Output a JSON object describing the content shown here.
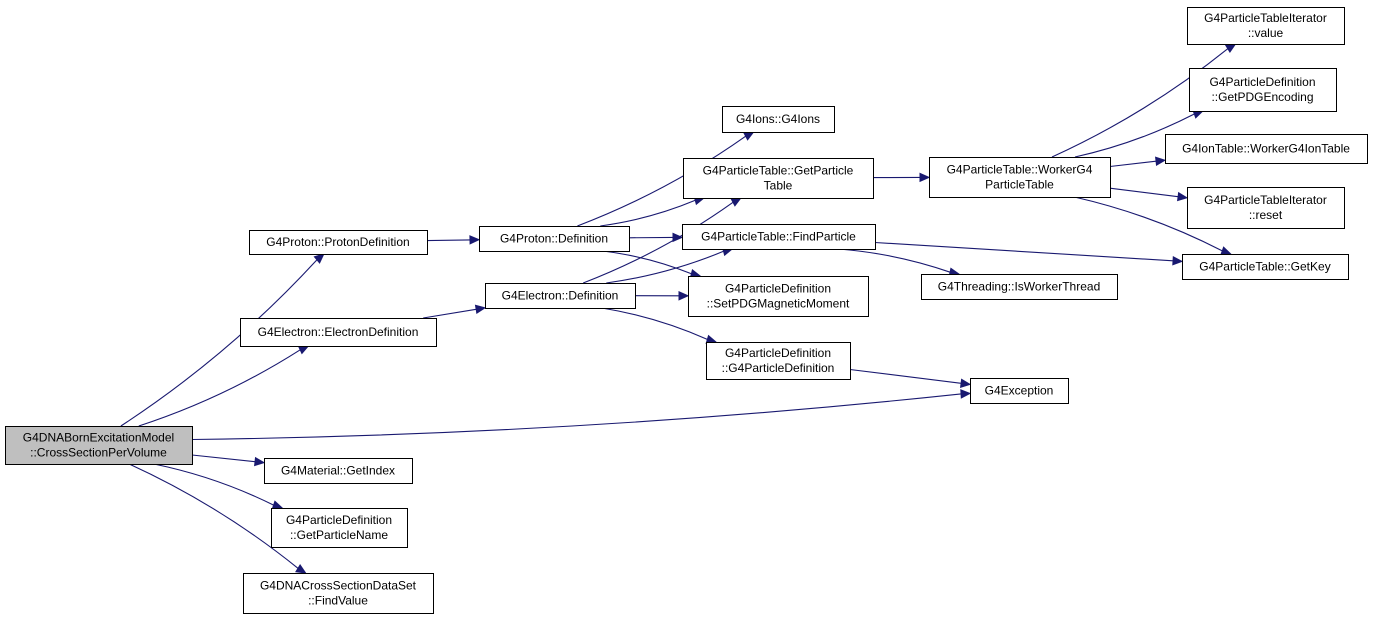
{
  "colors": {
    "edge": "#191970",
    "node_border": "#000000",
    "root_fill": "#bfbfbf",
    "node_fill": "#ffffff"
  },
  "nodes": [
    {
      "id": "root",
      "lines": [
        "G4DNABornExcitationModel",
        "::CrossSectionPerVolume"
      ],
      "root": true
    },
    {
      "id": "protonDefn",
      "lines": [
        "G4Proton::ProtonDefinition"
      ]
    },
    {
      "id": "electronDefn",
      "lines": [
        "G4Electron::ElectronDefinition"
      ]
    },
    {
      "id": "getIndex",
      "lines": [
        "G4Material::GetIndex"
      ]
    },
    {
      "id": "getParticleName",
      "lines": [
        "G4ParticleDefinition",
        "::GetParticleName"
      ]
    },
    {
      "id": "findValue",
      "lines": [
        "G4DNACrossSectionDataSet",
        "::FindValue"
      ]
    },
    {
      "id": "protonDef",
      "lines": [
        "G4Proton::Definition"
      ]
    },
    {
      "id": "electronDef",
      "lines": [
        "G4Electron::Definition"
      ]
    },
    {
      "id": "ions",
      "lines": [
        "G4Ions::G4Ions"
      ]
    },
    {
      "id": "getParticleTable",
      "lines": [
        "G4ParticleTable::GetParticle",
        "Table"
      ]
    },
    {
      "id": "findParticle",
      "lines": [
        "G4ParticleTable::FindParticle"
      ]
    },
    {
      "id": "setPDGMag",
      "lines": [
        "G4ParticleDefinition",
        "::SetPDGMagneticMoment"
      ]
    },
    {
      "id": "pdCtor",
      "lines": [
        "G4ParticleDefinition",
        "::G4ParticleDefinition"
      ]
    },
    {
      "id": "workerTable",
      "lines": [
        "G4ParticleTable::WorkerG4",
        "ParticleTable"
      ]
    },
    {
      "id": "isWorker",
      "lines": [
        "G4Threading::IsWorkerThread"
      ]
    },
    {
      "id": "exception",
      "lines": [
        "G4Exception"
      ]
    },
    {
      "id": "iterValue",
      "lines": [
        "G4ParticleTableIterator",
        "::value"
      ]
    },
    {
      "id": "getPDG",
      "lines": [
        "G4ParticleDefinition",
        "::GetPDGEncoding"
      ]
    },
    {
      "id": "ionWorker",
      "lines": [
        "G4IonTable::WorkerG4IonTable"
      ]
    },
    {
      "id": "iterReset",
      "lines": [
        "G4ParticleTableIterator",
        "::reset"
      ]
    },
    {
      "id": "getKey",
      "lines": [
        "G4ParticleTable::GetKey"
      ]
    }
  ],
  "edges": [
    [
      "root",
      "protonDefn"
    ],
    [
      "root",
      "electronDefn"
    ],
    [
      "root",
      "exception"
    ],
    [
      "root",
      "getIndex"
    ],
    [
      "root",
      "getParticleName"
    ],
    [
      "root",
      "findValue"
    ],
    [
      "protonDefn",
      "protonDef"
    ],
    [
      "electronDefn",
      "electronDef"
    ],
    [
      "protonDef",
      "ions"
    ],
    [
      "protonDef",
      "getParticleTable"
    ],
    [
      "protonDef",
      "findParticle"
    ],
    [
      "protonDef",
      "setPDGMag"
    ],
    [
      "electronDef",
      "getParticleTable"
    ],
    [
      "electronDef",
      "findParticle"
    ],
    [
      "electronDef",
      "setPDGMag"
    ],
    [
      "electronDef",
      "pdCtor"
    ],
    [
      "getParticleTable",
      "workerTable"
    ],
    [
      "findParticle",
      "isWorker"
    ],
    [
      "findParticle",
      "getKey"
    ],
    [
      "pdCtor",
      "exception"
    ],
    [
      "workerTable",
      "iterValue"
    ],
    [
      "workerTable",
      "getPDG"
    ],
    [
      "workerTable",
      "ionWorker"
    ],
    [
      "workerTable",
      "iterReset"
    ],
    [
      "workerTable",
      "getKey"
    ]
  ]
}
